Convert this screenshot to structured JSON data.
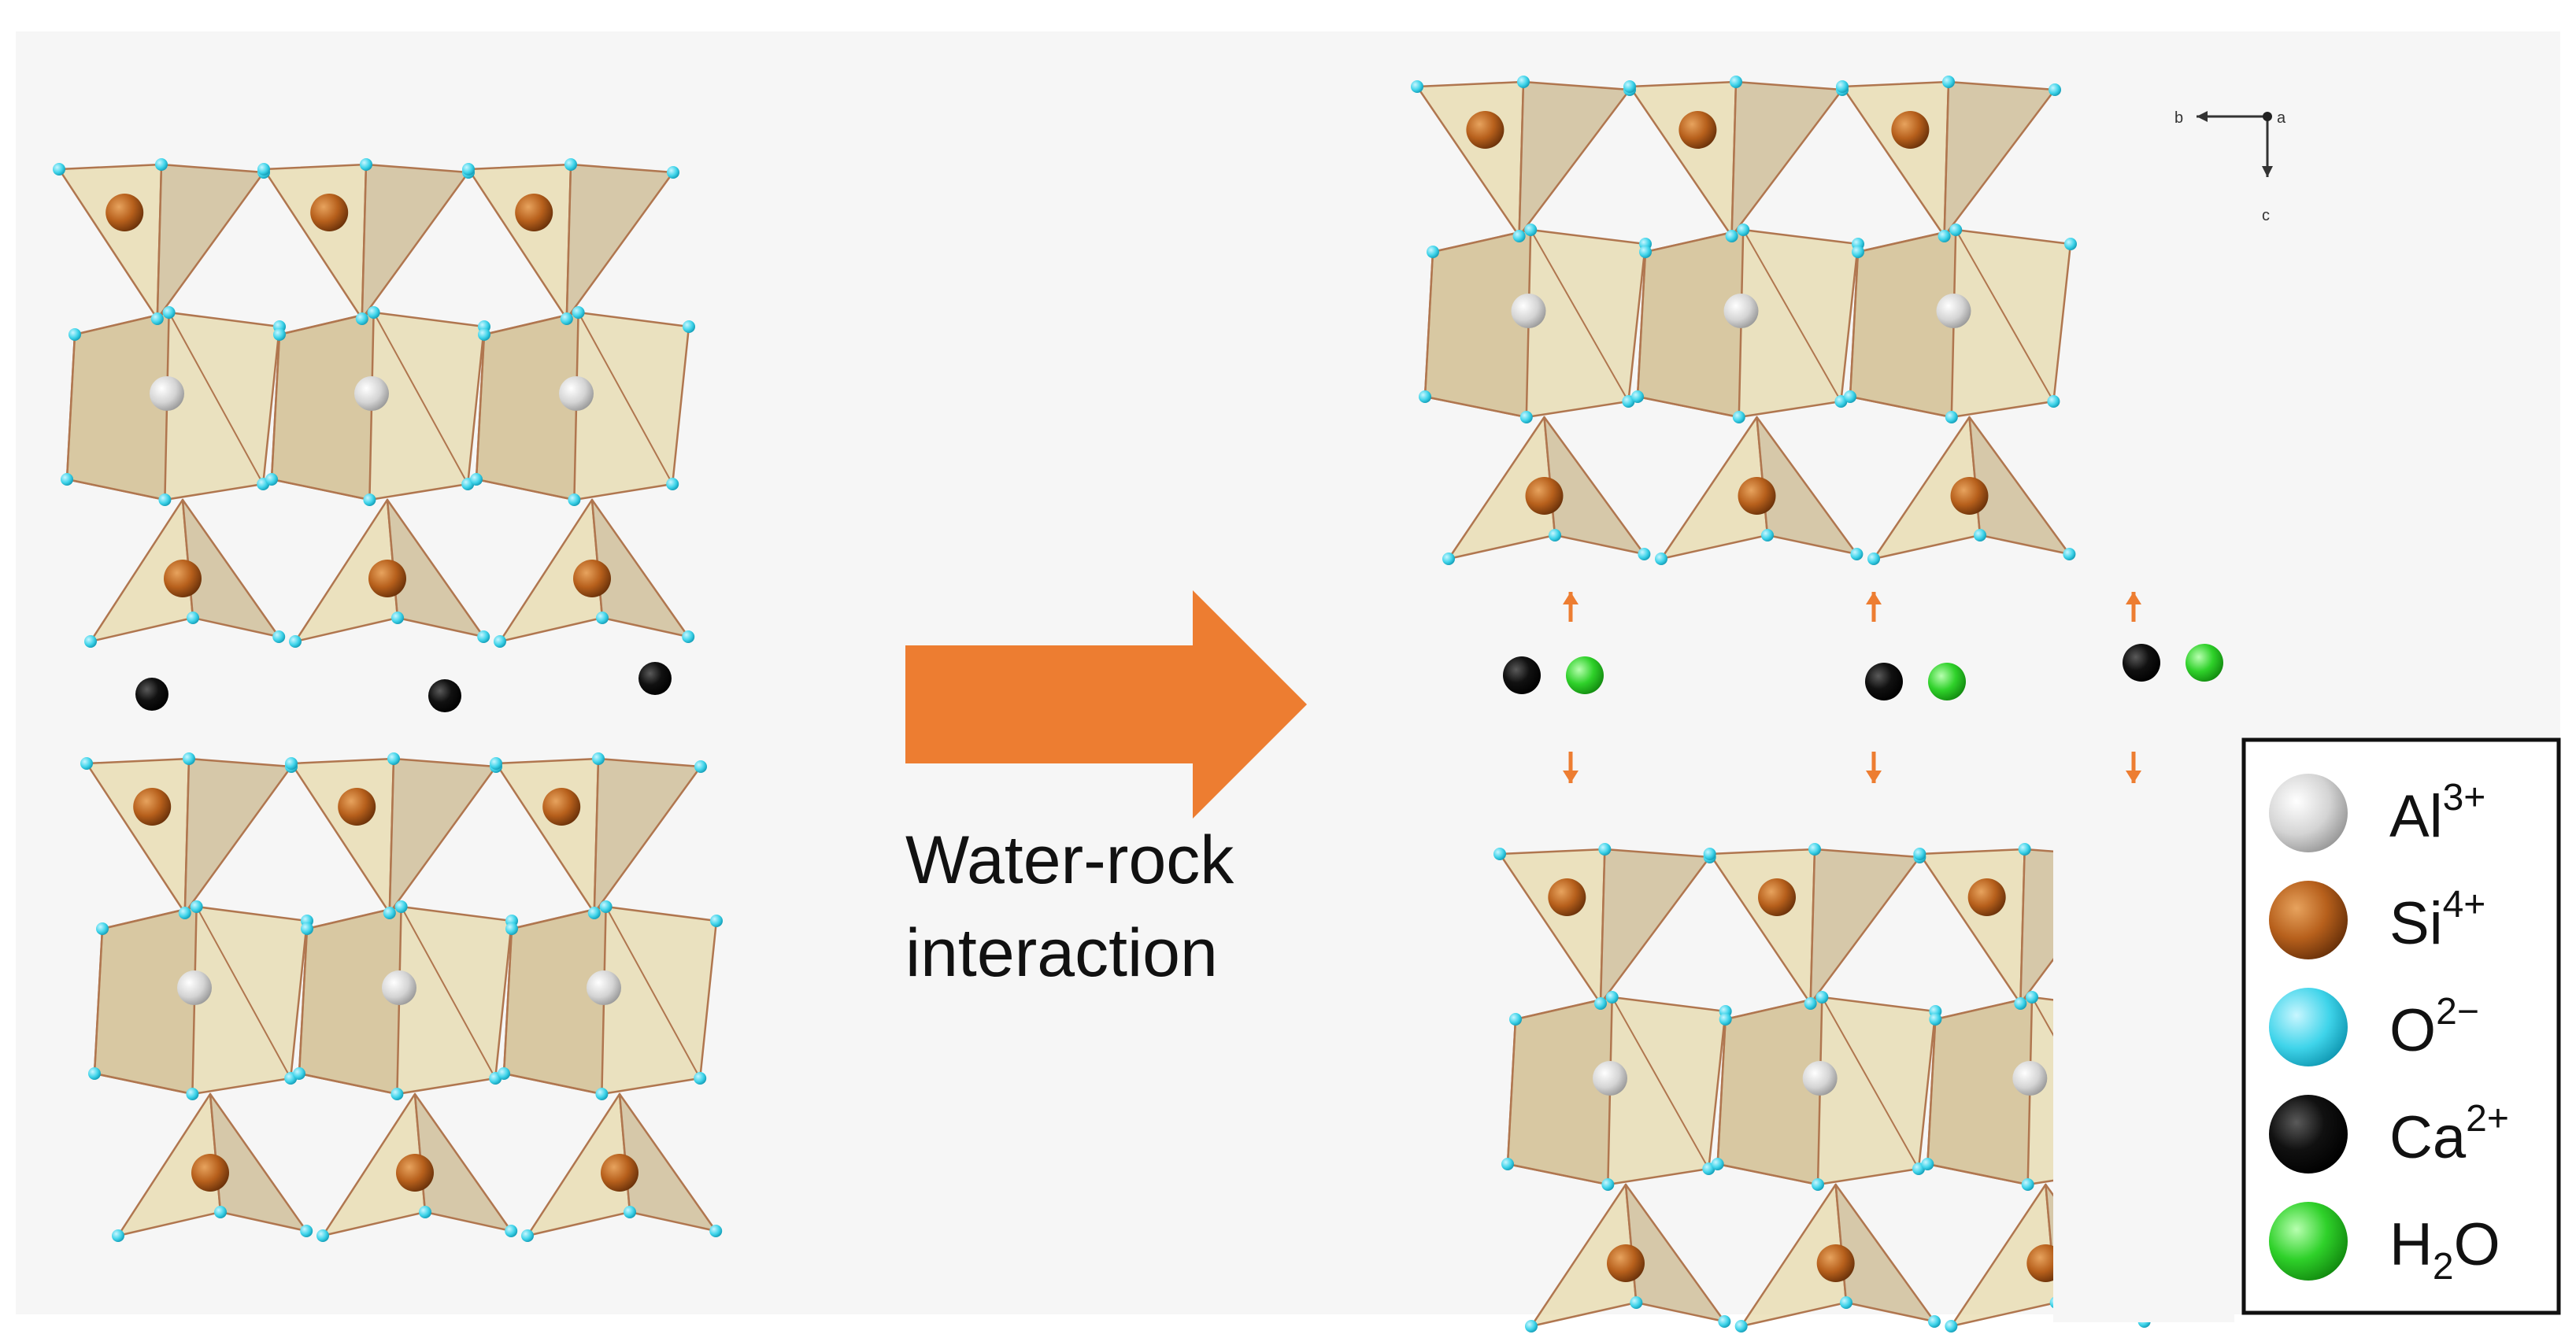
{
  "process": {
    "arrow_label_line1": "Water-rock",
    "arrow_label_line2": "interaction",
    "arrow_color": "#ED7D31"
  },
  "axes": {
    "b": "b",
    "a": "a",
    "c": "c"
  },
  "legend": {
    "items": [
      {
        "symbol": "Al",
        "charge": "3+",
        "species": "aluminium",
        "color": "#d6d6d6"
      },
      {
        "symbol": "Si",
        "charge": "4+",
        "species": "silicon",
        "color": "#9b4a12"
      },
      {
        "symbol": "O",
        "charge": "2−",
        "species": "oxygen",
        "color": "#3fd4ea"
      },
      {
        "symbol": "Ca",
        "charge": "2+",
        "species": "calcium",
        "color": "#050505"
      },
      {
        "symbol": "H",
        "sub": "2",
        "tail": "O",
        "species": "water",
        "color": "#2fd12a"
      }
    ]
  },
  "colors": {
    "polyhedron_fill": "#e6d8a8",
    "polyhedron_shade": "#c9b58a",
    "polyhedron_edge": "#b0764f",
    "movement_arrow": "#ED7D31"
  }
}
